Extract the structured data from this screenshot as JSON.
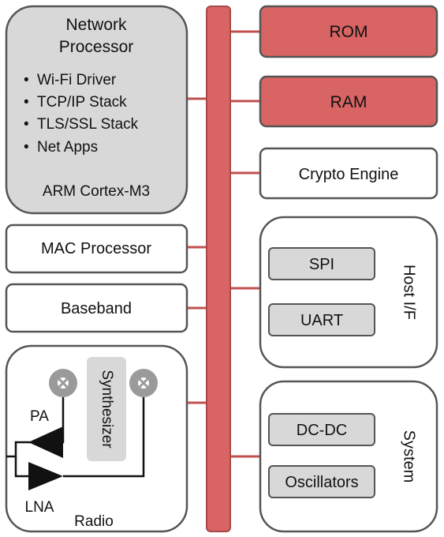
{
  "network_processor": {
    "title_line1": "Network",
    "title_line2": "Processor",
    "bullets": [
      "Wi-Fi Driver",
      "TCP/IP Stack",
      "TLS/SSL Stack",
      "Net Apps"
    ],
    "core": "ARM Cortex-M3"
  },
  "mac_processor": "MAC Processor",
  "baseband": "Baseband",
  "radio": {
    "label": "Radio",
    "synthesizer": "Synthesizer",
    "pa": "PA",
    "lna": "LNA"
  },
  "rom": "ROM",
  "ram": "RAM",
  "crypto_engine": "Crypto Engine",
  "host_if": {
    "label": "Host I/F",
    "items": [
      "SPI",
      "UART"
    ]
  },
  "system": {
    "label": "System",
    "items": [
      "DC-DC",
      "Oscillators"
    ]
  },
  "colors": {
    "bus": "#d86464",
    "memory": "#d86464",
    "processor_fill": "#d8d8d8",
    "sub_block_fill": "#d8d8d8",
    "outline": "#555555"
  }
}
